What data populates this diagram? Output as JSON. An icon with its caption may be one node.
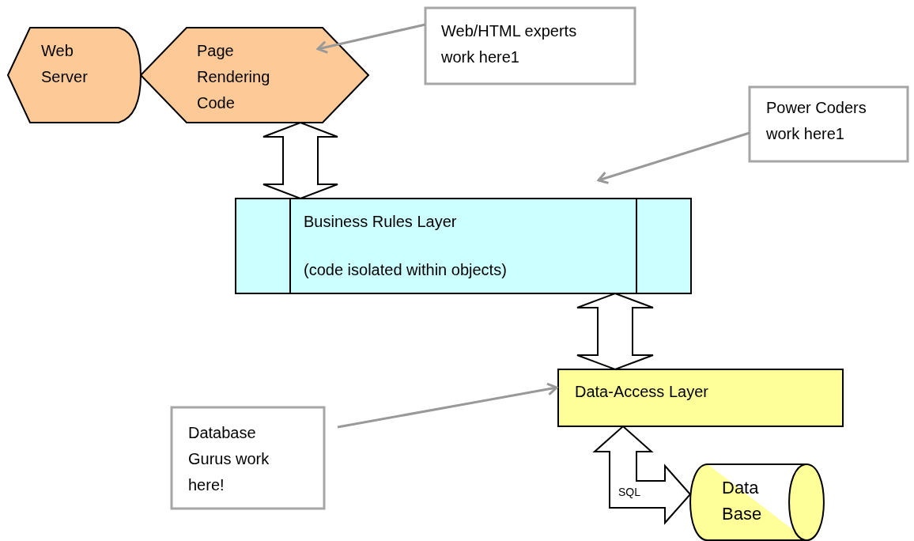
{
  "diagram": {
    "nodes": [
      {
        "text": [
          "Web Server"
        ]
      },
      {
        "text": [
          "Page Rendering Code"
        ]
      },
      {
        "text": [
          "Web/HTML experts work here1"
        ]
      },
      {
        "text": [
          "Power Coders work here1"
        ]
      },
      {
        "text": [
          "Business Rules Layer",
          "(code isolated within objects)"
        ]
      },
      {
        "text": [
          "Database Gurus work here!"
        ]
      },
      {
        "text": [
          "Data-Access Layer"
        ]
      },
      {
        "text": [
          "Data Base"
        ]
      }
    ],
    "edges": [
      {
        "from": 1,
        "to": 4,
        "arrow": "both",
        "style": "thick"
      },
      {
        "from": 4,
        "to": 6,
        "arrow": "both",
        "style": "thick"
      },
      {
        "from": 6,
        "to": 7,
        "arrow": "both",
        "style": "thick",
        "label": "SQL"
      },
      {
        "from": 2,
        "to": 1,
        "arrow": "to",
        "color": "#999999"
      },
      {
        "from": 3,
        "to": 4,
        "arrow": "to",
        "color": "#999999"
      },
      {
        "from": 5,
        "to": 6,
        "arrow": "to",
        "color": "#999999"
      }
    ]
  }
}
